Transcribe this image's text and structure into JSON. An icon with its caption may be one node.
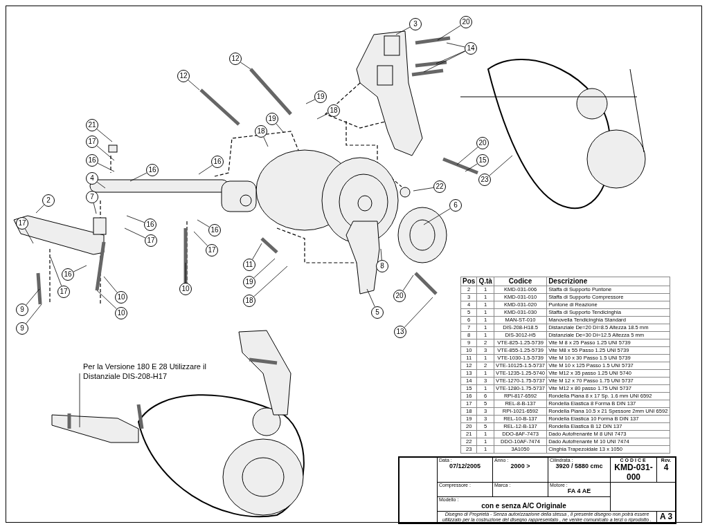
{
  "diagram": {
    "nodes": [
      {
        "text": [
          "3"
        ]
      },
      {
        "text": [
          "20"
        ]
      },
      {
        "text": [
          "14"
        ]
      },
      {
        "text": [
          "12"
        ]
      },
      {
        "text": [
          "12"
        ]
      },
      {
        "text": [
          "19"
        ]
      },
      {
        "text": [
          "18"
        ]
      },
      {
        "text": [
          "19"
        ]
      },
      {
        "text": [
          "18"
        ]
      },
      {
        "text": [
          "21"
        ]
      },
      {
        "text": [
          "17"
        ]
      },
      {
        "text": [
          "16"
        ]
      },
      {
        "text": [
          "16"
        ]
      },
      {
        "text": [
          "16"
        ]
      },
      {
        "text": [
          "4"
        ]
      },
      {
        "text": [
          "2"
        ]
      },
      {
        "text": [
          "7"
        ]
      },
      {
        "text": [
          "17"
        ]
      },
      {
        "text": [
          "16"
        ]
      },
      {
        "text": [
          "17"
        ]
      },
      {
        "text": [
          "16"
        ]
      },
      {
        "text": [
          "17"
        ]
      },
      {
        "text": [
          "16"
        ]
      },
      {
        "text": [
          "17"
        ]
      },
      {
        "text": [
          "9"
        ]
      },
      {
        "text": [
          "9"
        ]
      },
      {
        "text": [
          "10"
        ]
      },
      {
        "text": [
          "10"
        ]
      },
      {
        "text": [
          "10"
        ]
      },
      {
        "text": [
          "11"
        ]
      },
      {
        "text": [
          "19"
        ]
      },
      {
        "text": [
          "18"
        ]
      },
      {
        "text": [
          "8"
        ]
      },
      {
        "text": [
          "20"
        ]
      },
      {
        "text": [
          "13"
        ]
      },
      {
        "text": [
          "5"
        ]
      },
      {
        "text": [
          "6"
        ]
      },
      {
        "text": [
          "22"
        ]
      },
      {
        "text": [
          "20"
        ]
      },
      {
        "text": [
          "15"
        ]
      },
      {
        "text": [
          "23"
        ]
      },
      {
        "text": [
          "Per la Versione 180 E 28 Utilizzare il Distanziale DIS-208-H17"
        ]
      }
    ],
    "edges": [
      {
        "from": 0,
        "to": null,
        "arrow": "none"
      },
      {
        "from": 1,
        "to": null,
        "arrow": "none"
      },
      {
        "from": 2,
        "to": null,
        "arrow": "none"
      },
      {
        "from": 2,
        "to": null,
        "arrow": "none"
      },
      {
        "from": 2,
        "to": null,
        "arrow": "none"
      },
      {
        "from": 3,
        "to": null,
        "arrow": "none"
      },
      {
        "from": 4,
        "to": null,
        "arrow": "none"
      },
      {
        "from": 5,
        "to": null,
        "arrow": "none"
      },
      {
        "from": 6,
        "to": null,
        "arrow": "none"
      },
      {
        "from": 7,
        "to": null,
        "arrow": "none"
      },
      {
        "from": 8,
        "to": null,
        "arrow": "none"
      },
      {
        "from": 9,
        "to": null,
        "arrow": "none"
      },
      {
        "from": 10,
        "to": null,
        "arrow": "none"
      },
      {
        "from": 11,
        "to": null,
        "arrow": "none"
      },
      {
        "from": 12,
        "to": null,
        "arrow": "none"
      },
      {
        "from": 13,
        "to": null,
        "arrow": "none"
      },
      {
        "from": 14,
        "to": null,
        "arrow": "none"
      },
      {
        "from": 15,
        "to": null,
        "arrow": "none"
      },
      {
        "from": 16,
        "to": null,
        "arrow": "none"
      },
      {
        "from": 17,
        "to": null,
        "arrow": "none"
      },
      {
        "from": 18,
        "to": null,
        "arrow": "none"
      },
      {
        "from": 19,
        "to": null,
        "arrow": "none"
      },
      {
        "from": 20,
        "to": null,
        "arrow": "none"
      },
      {
        "from": 21,
        "to": null,
        "arrow": "none"
      },
      {
        "from": 22,
        "to": null,
        "arrow": "none"
      },
      {
        "from": 23,
        "to": null,
        "arrow": "none"
      },
      {
        "from": 24,
        "to": null,
        "arrow": "none"
      },
      {
        "from": 25,
        "to": null,
        "arrow": "none"
      },
      {
        "from": 26,
        "to": null,
        "arrow": "none"
      },
      {
        "from": 27,
        "to": null,
        "arrow": "none"
      },
      {
        "from": 28,
        "to": null,
        "arrow": "none"
      },
      {
        "from": 29,
        "to": null,
        "arrow": "none"
      },
      {
        "from": 30,
        "to": null,
        "arrow": "none"
      },
      {
        "from": 31,
        "to": null,
        "arrow": "none"
      },
      {
        "from": 32,
        "to": null,
        "arrow": "none"
      },
      {
        "from": 33,
        "to": null,
        "arrow": "none"
      },
      {
        "from": 34,
        "to": null,
        "arrow": "none"
      },
      {
        "from": 35,
        "to": null,
        "arrow": "none"
      },
      {
        "from": 36,
        "to": null,
        "arrow": "none"
      },
      {
        "from": 37,
        "to": null,
        "arrow": "none"
      },
      {
        "from": 38,
        "to": null,
        "arrow": "none"
      },
      {
        "from": 39,
        "to": null,
        "arrow": "none"
      },
      {
        "from": 40,
        "to": null,
        "arrow": "none"
      },
      {
        "from": 41,
        "to": null,
        "arrow": "none"
      }
    ],
    "labels": [
      "Pos",
      "Q.tà",
      "Codice",
      "Descrizione",
      "2",
      "1",
      "KMD-031-006",
      "Staffa di Supporto Puntone",
      "3",
      "1",
      "KMD-031-010",
      "Staffa di Supporto Compressore",
      "4",
      "1",
      "KMD-031-020",
      "Puntone di Reazione",
      "5",
      "1",
      "KMD-031-030",
      "Staffa di Supporto Tendicinghia",
      "6",
      "1",
      "MAN-ST-010",
      "Manovella Tendicinghia Standard",
      "7",
      "1",
      "DIS-208-H18.5",
      "Distanziale De=20 Di=8.5 Altezza 18.5 mm",
      "8",
      "1",
      "DIS-3012-H5",
      "Distanziale De=30 Di=12.5 Altezza 5 mm",
      "9",
      "2",
      "VTE-825-1.25-5739",
      "Vite M 8 x 25 Passo 1.25 UNI 5739",
      "10",
      "3",
      "VTE-855-1.25-5739",
      "Vite M8 x 55 Passo 1.25 UNI 5739",
      "11",
      "1",
      "VTE-1030-1.5-5739",
      "Vite M 10 x 30 Passo 1.5 UNI 5739",
      "12",
      "2",
      "VTE-10125-1.5-5737",
      "Vite M 10 x 125 Passo 1.5 UNI 5737",
      "13",
      "1",
      "VTE-1235-1.25-5740",
      "Vite M12 x 35 passo 1.25 UNI 5740",
      "14",
      "3",
      "VTE-1270-1.75-5737",
      "Vite M 12 x 70 Passo 1.75 UNI 5737",
      "15",
      "1",
      "VTE-1280-1.75-5737",
      "Vite M12 x 80 passo 1.75 UNI 5737",
      "16",
      "6",
      "RPI-817-6592",
      "Rondella Piana 8 x 17 Sp. 1.6 mm UNI 6592",
      "17",
      "5",
      "REL-8-B-137",
      "Rondella Elastica 8 Forma B DIN 137",
      "18",
      "3",
      "RPI-1021-6592",
      "Rondella Piana 10.5 x 21 Spessore 2mm  UNI 6592",
      "19",
      "3",
      "REL-10-B-137",
      "Rondella Elastica 10 Forma B DIN 137",
      "20",
      "5",
      "REL-12-B-137",
      "Rondella Elastica B 12 DIN 137",
      "21",
      "1",
      "DDO-8AF-7473",
      "Dado Autofrenante M 8 UNI 7473",
      "22",
      "1",
      "DDO-10AF-7474",
      "Dado Autofrenante M 10 UNI 7474",
      "23",
      "1",
      "3A1050",
      "Cinghia Trapezoidale 13 x 1050",
      "Data :",
      "07/12/2005",
      "Anno :",
      "2000 >",
      "Cilindrata :",
      "3920 / 5880 cmc",
      "CODICE",
      "Rev.",
      "KMD-031-000",
      "4",
      "Compressore :",
      "Marca :",
      "Motore :",
      "FA 4 AE",
      "Modello :",
      "con e senza A/C Originale",
      "Disegno di Proprietà - Senza autorizzazione della stessa , il presente disegno non potrà essere utilizzato per la costruzione del disegno rappresentato , ne venire comunicato a terzi o riprodotto .",
      "A 3"
    ]
  }
}
